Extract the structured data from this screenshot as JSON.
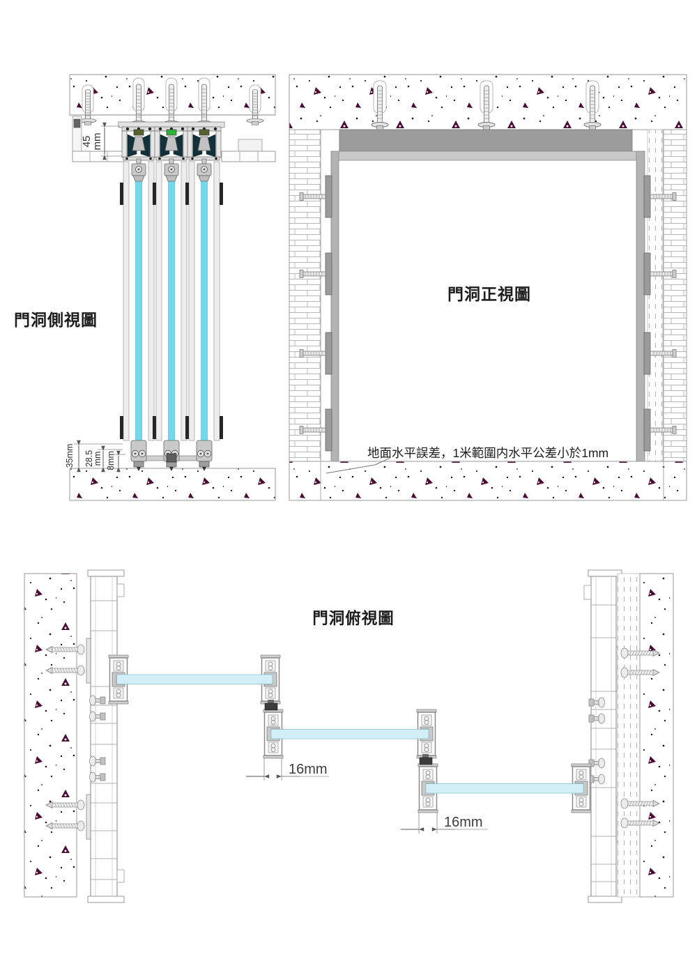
{
  "side_view": {
    "title": "門洞側視圖",
    "dim_track_height": {
      "value": "45",
      "unit": "mm"
    },
    "dim_floor_total": "35mm",
    "dim_floor_mid": {
      "value": "28.5",
      "unit": "mm"
    },
    "dim_floor_gap": "8mm"
  },
  "front_view": {
    "title": "門洞正視圖",
    "floor_note": "地面水平誤差，1米範圍内水平公差小於1mm"
  },
  "top_view": {
    "title": "門洞俯視圖",
    "dim_offset_left": "16mm",
    "dim_offset_right": "16mm"
  },
  "colors": {
    "glass_edge_cyan": "#72d9ec",
    "glass_plan_cyan": "#d2eff8",
    "roller_cap_green": "#2fb237",
    "roller_cap_olive": "#57612f",
    "concrete_speckle": "#4a0d33",
    "frame_gray": "#b3b3b3",
    "header_gray": "#9c9c9c"
  }
}
